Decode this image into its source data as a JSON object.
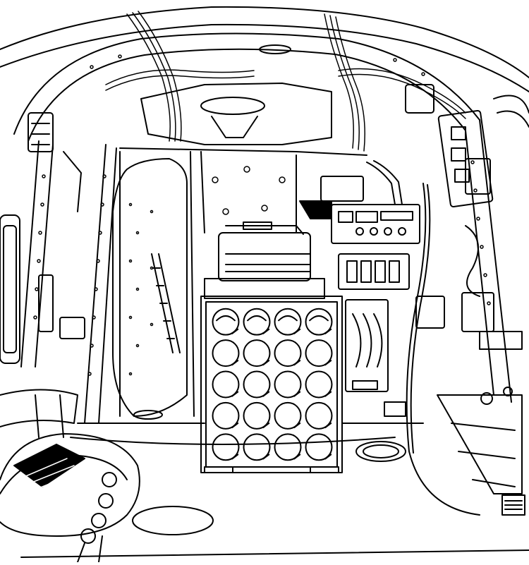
{
  "drawing": {
    "style": "black ink line art",
    "ink_color": "#000000",
    "paper_color": "#ffffff"
  },
  "rack": {
    "rows": 5,
    "columns": 4
  },
  "icons": {
    "rack": "canister-rack-icon",
    "radio": "radio-panel-icon",
    "seat": "seat-icon",
    "hatch": "floor-hatch-icon"
  }
}
